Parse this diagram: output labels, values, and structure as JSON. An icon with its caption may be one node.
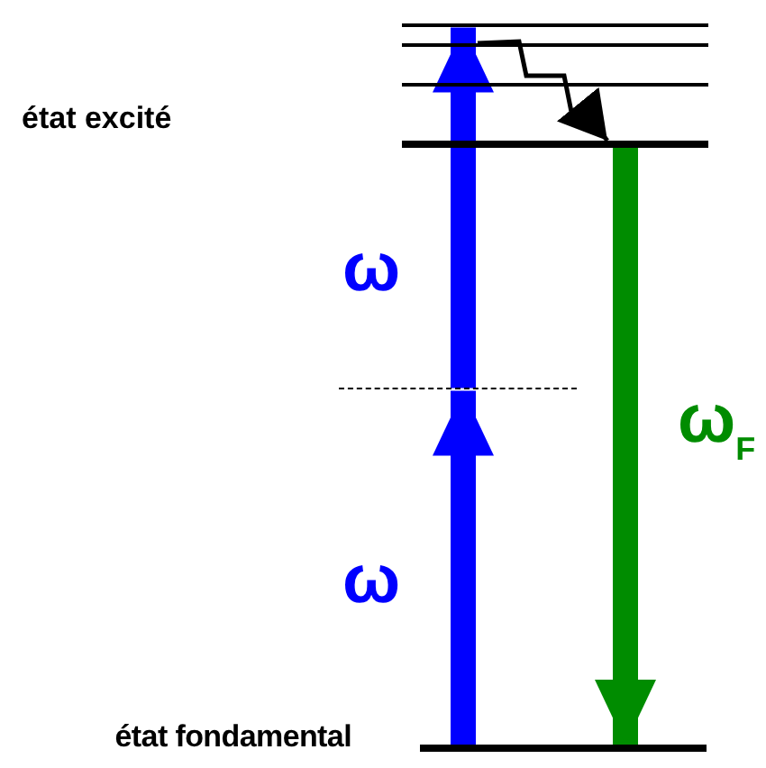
{
  "diagram": {
    "nodes": [
      {
        "text": [],
        "shape": "bar"
      },
      {
        "text": [],
        "shape": "bar"
      },
      {
        "text": [],
        "shape": "bar"
      },
      {
        "text": [],
        "shape": "bar"
      },
      {
        "text": [],
        "shape": "line"
      },
      {
        "text": [],
        "shape": "bar",
        "beside": [
          "état fondamental"
        ]
      }
    ],
    "edges": [
      {
        "from": 5,
        "to": 4,
        "arrow": "to",
        "label": "ω",
        "color": "#0000ff"
      },
      {
        "from": 4,
        "to": 0,
        "arrow": "to",
        "label": "ω",
        "color": "#0000ff"
      },
      {
        "from": 1,
        "to": 3,
        "arrow": "to",
        "color": "#000000"
      },
      {
        "from": 3,
        "to": 5,
        "arrow": "to",
        "label": "ω$_{F}$",
        "color": "#008c00"
      }
    ],
    "labels": [
      "état excité"
    ]
  }
}
